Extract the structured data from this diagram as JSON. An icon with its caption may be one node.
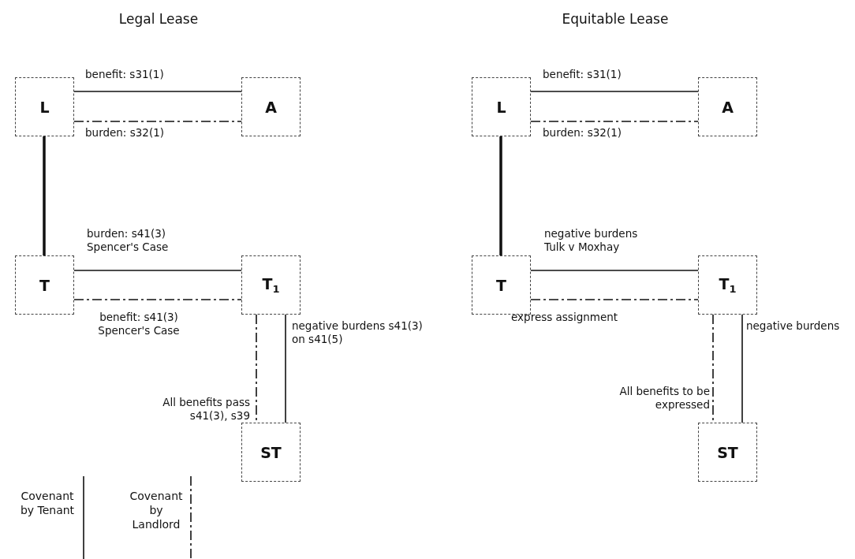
{
  "diagram": {
    "nodes": [
      {
        "text": [
          "L"
        ]
      },
      {
        "text": [
          "A"
        ]
      },
      {
        "text": [
          "T"
        ]
      },
      {
        "text": [
          "T$_{1}$"
        ]
      },
      {
        "text": [
          "ST"
        ]
      },
      {
        "text": [
          "L"
        ]
      },
      {
        "text": [
          "A"
        ]
      },
      {
        "text": [
          "T"
        ]
      },
      {
        "text": [
          "T$_{1}$"
        ]
      },
      {
        "text": [
          "ST"
        ]
      }
    ],
    "edges": [
      {
        "from": 0,
        "to": 1,
        "arrow": "none",
        "label": "benefit: s31(1)"
      },
      {
        "from": 0,
        "to": 1,
        "arrow": "none",
        "label": "burden: s32(1)",
        "style": "dashed"
      },
      {
        "from": 0,
        "to": 2,
        "arrow": "none",
        "style": "thick"
      },
      {
        "from": 2,
        "to": 3,
        "arrow": "none",
        "label": "burden: s41(3) Spencer's Case"
      },
      {
        "from": 2,
        "to": 3,
        "arrow": "none",
        "label": "benefit: s41(3) Spencer's Case",
        "style": "dashed"
      },
      {
        "from": 3,
        "to": 4,
        "arrow": "none",
        "label": "All benefits pass s41(3), s39",
        "style": "dashed"
      },
      {
        "from": 3,
        "to": 4,
        "arrow": "none",
        "label": "negative burdens s41(3) on s41(5)"
      },
      {
        "from": 5,
        "to": 6,
        "arrow": "none",
        "label": "benefit: s31(1)"
      },
      {
        "from": 5,
        "to": 6,
        "arrow": "none",
        "label": "burden: s32(1)",
        "style": "dashed"
      },
      {
        "from": 5,
        "to": 7,
        "arrow": "none",
        "style": "thick"
      },
      {
        "from": 7,
        "to": 8,
        "arrow": "none",
        "label": "negative burdens Tulk v Moxhay"
      },
      {
        "from": 7,
        "to": 8,
        "arrow": "none",
        "label": "express assignment",
        "style": "dashed"
      },
      {
        "from": 8,
        "to": 9,
        "arrow": "none",
        "label": "All benefits to be expressed",
        "style": "dashed"
      },
      {
        "from": 8,
        "to": 9,
        "arrow": "none",
        "label": "negative burdens"
      }
    ],
    "labels": [
      "Legal Lease",
      "Equitable Lease"
    ],
    "legend": [
      {
        "text": "Covenant by Tenant"
      },
      {
        "text": "Covenant by Landlord"
      }
    ]
  }
}
